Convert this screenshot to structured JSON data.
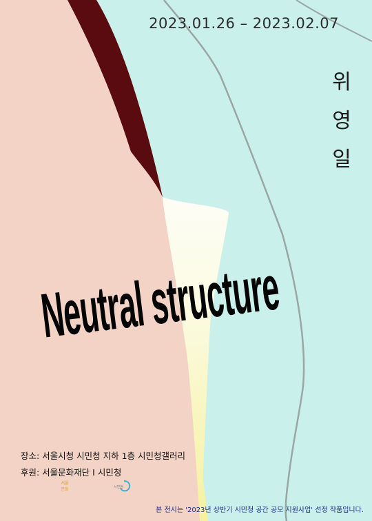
{
  "exhibition": {
    "dates": "2023.01.26 – 2023.02.07",
    "artist_chars": [
      "위",
      "영",
      "일"
    ],
    "title": "Neutral structure"
  },
  "info": {
    "venue": "장소: 서울시청 시민청 지하 1층 시민청갤러리",
    "sponsor": "후원: 서울문화재단  I  시민청"
  },
  "logos": {
    "logo1_text": "서울문화재단",
    "logo2_text": "시민청"
  },
  "footnote": "본 전시는 '2023년 상반기 시민청 공간 공모 지원사업' 선정 작품입니다.",
  "colors": {
    "peach": "#f2d3c6",
    "cyan": "#c9f0ea",
    "maroon": "#5a0b0f",
    "cream": "#fbfbe8",
    "yellow": "#f7f4b2",
    "line": "#9aa6a4",
    "footnote_text": "#1a2a8c"
  }
}
